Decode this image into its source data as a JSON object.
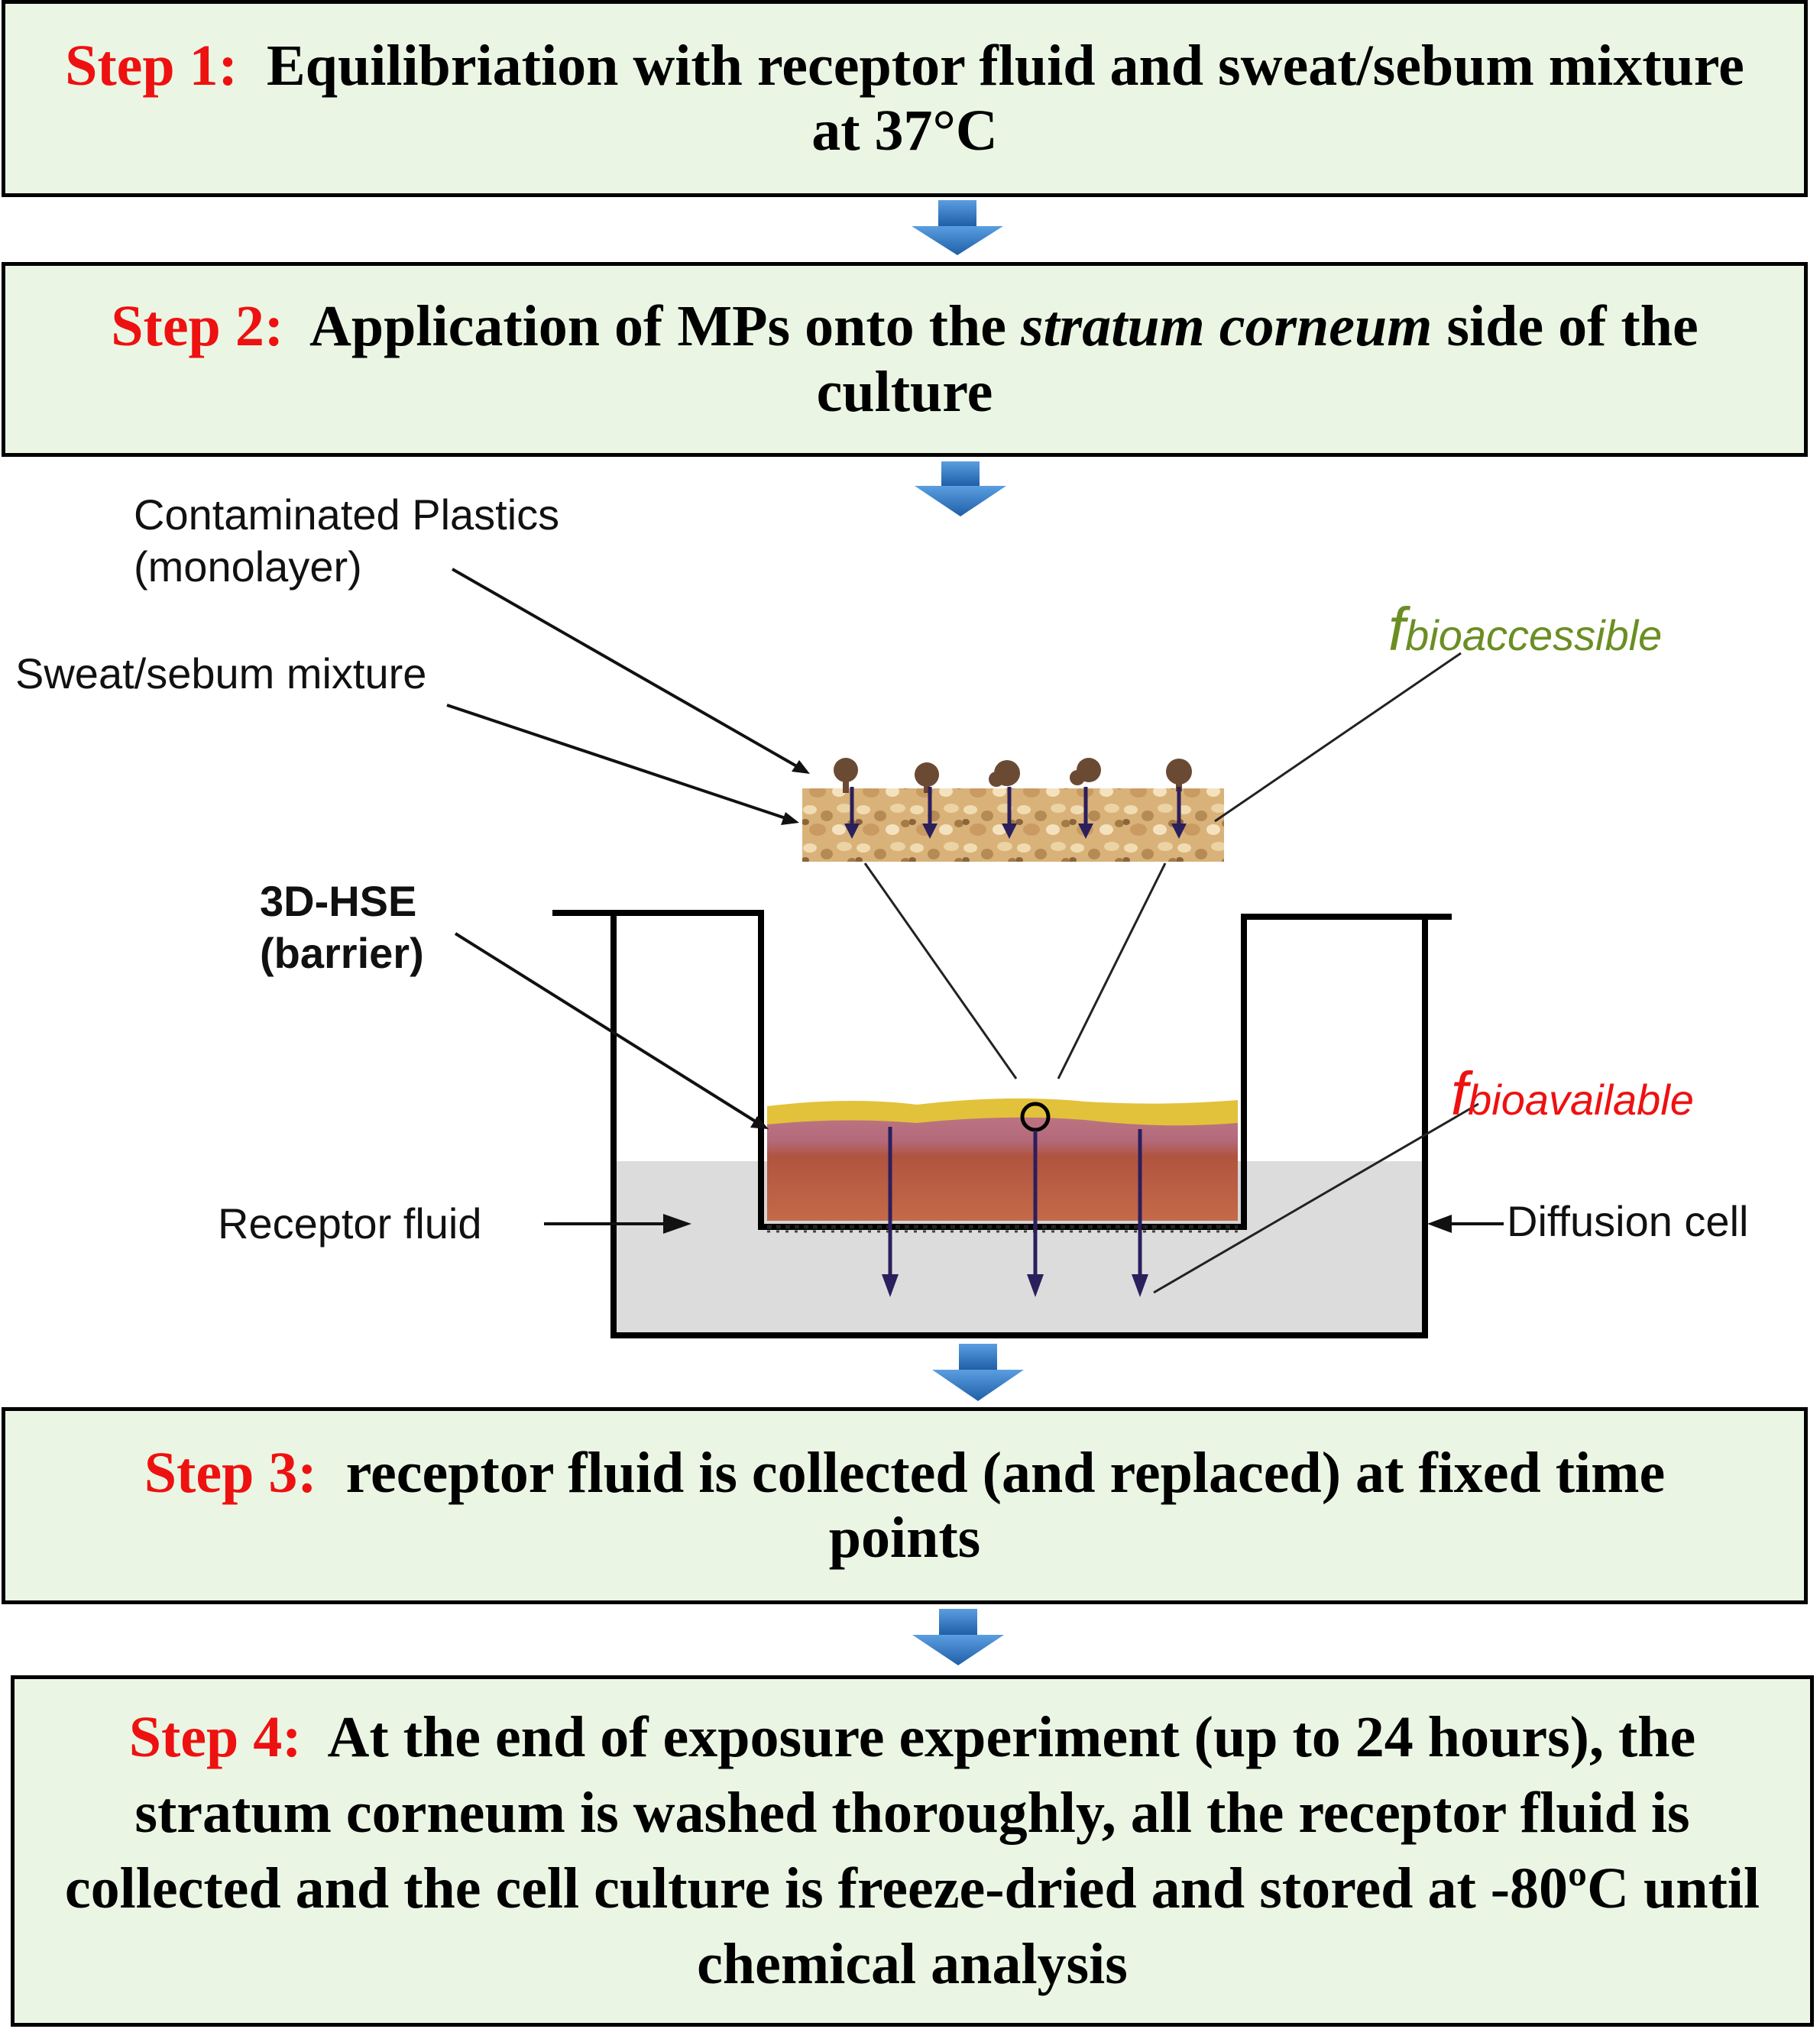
{
  "steps": [
    {
      "label": "Step 1:",
      "text": "Equilibriation with receptor fluid and sweat/sebum mixture at 37°C"
    },
    {
      "label": "Step 2:",
      "text_before": "Application of  MPs onto the ",
      "text_italic": "stratum corneum",
      "text_after": " side of the culture"
    },
    {
      "label": "Step 3:",
      "text": "receptor fluid is collected (and replaced) at fixed time points"
    },
    {
      "label": "Step 4:",
      "text": "At the end of exposure experiment  (up to 24 hours), the stratum corneum is washed thoroughly, all the receptor fluid is collected and the cell culture is freeze-dried and stored at -80ºC until chemical analysis"
    }
  ],
  "diagram_labels": {
    "contaminated_plastics": "Contaminated Plastics\n(monolayer)",
    "sweat_sebum": "Sweat/sebum mixture",
    "hse": "3D-HSE\n(barrier)",
    "receptor_fluid": "Receptor fluid",
    "diffusion_cell": "Diffusion cell",
    "f_bioaccessible_f": "f",
    "f_bioaccessible_sub": "bioaccessible",
    "f_bioavailable_f": "f",
    "f_bioavailable_sub": "bioavailable"
  },
  "colors": {
    "step_box_bg": "#eaf6e3",
    "step_label": "#ee1111",
    "arrow_fill": "#2f78c4",
    "f_bioaccessible": "#6b8e23",
    "f_bioavailable": "#ee1111",
    "particle": "#6b4a33",
    "flux_arrow": "#2b1f5c"
  }
}
